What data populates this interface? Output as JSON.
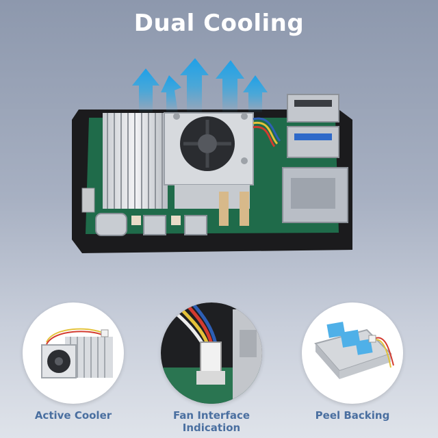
{
  "title": "Dual Cooling",
  "features": [
    {
      "label": "Active Cooler"
    },
    {
      "label": "Fan Interface Indication"
    },
    {
      "label": "Peel Backing"
    }
  ],
  "colors": {
    "caption": "#4a6fa0",
    "arrow": "#29a9e6",
    "pcb": "#1f6b4a",
    "case": "#1b1b1d"
  },
  "icons": [
    "airflow-arrow-icon",
    "fan-icon"
  ]
}
